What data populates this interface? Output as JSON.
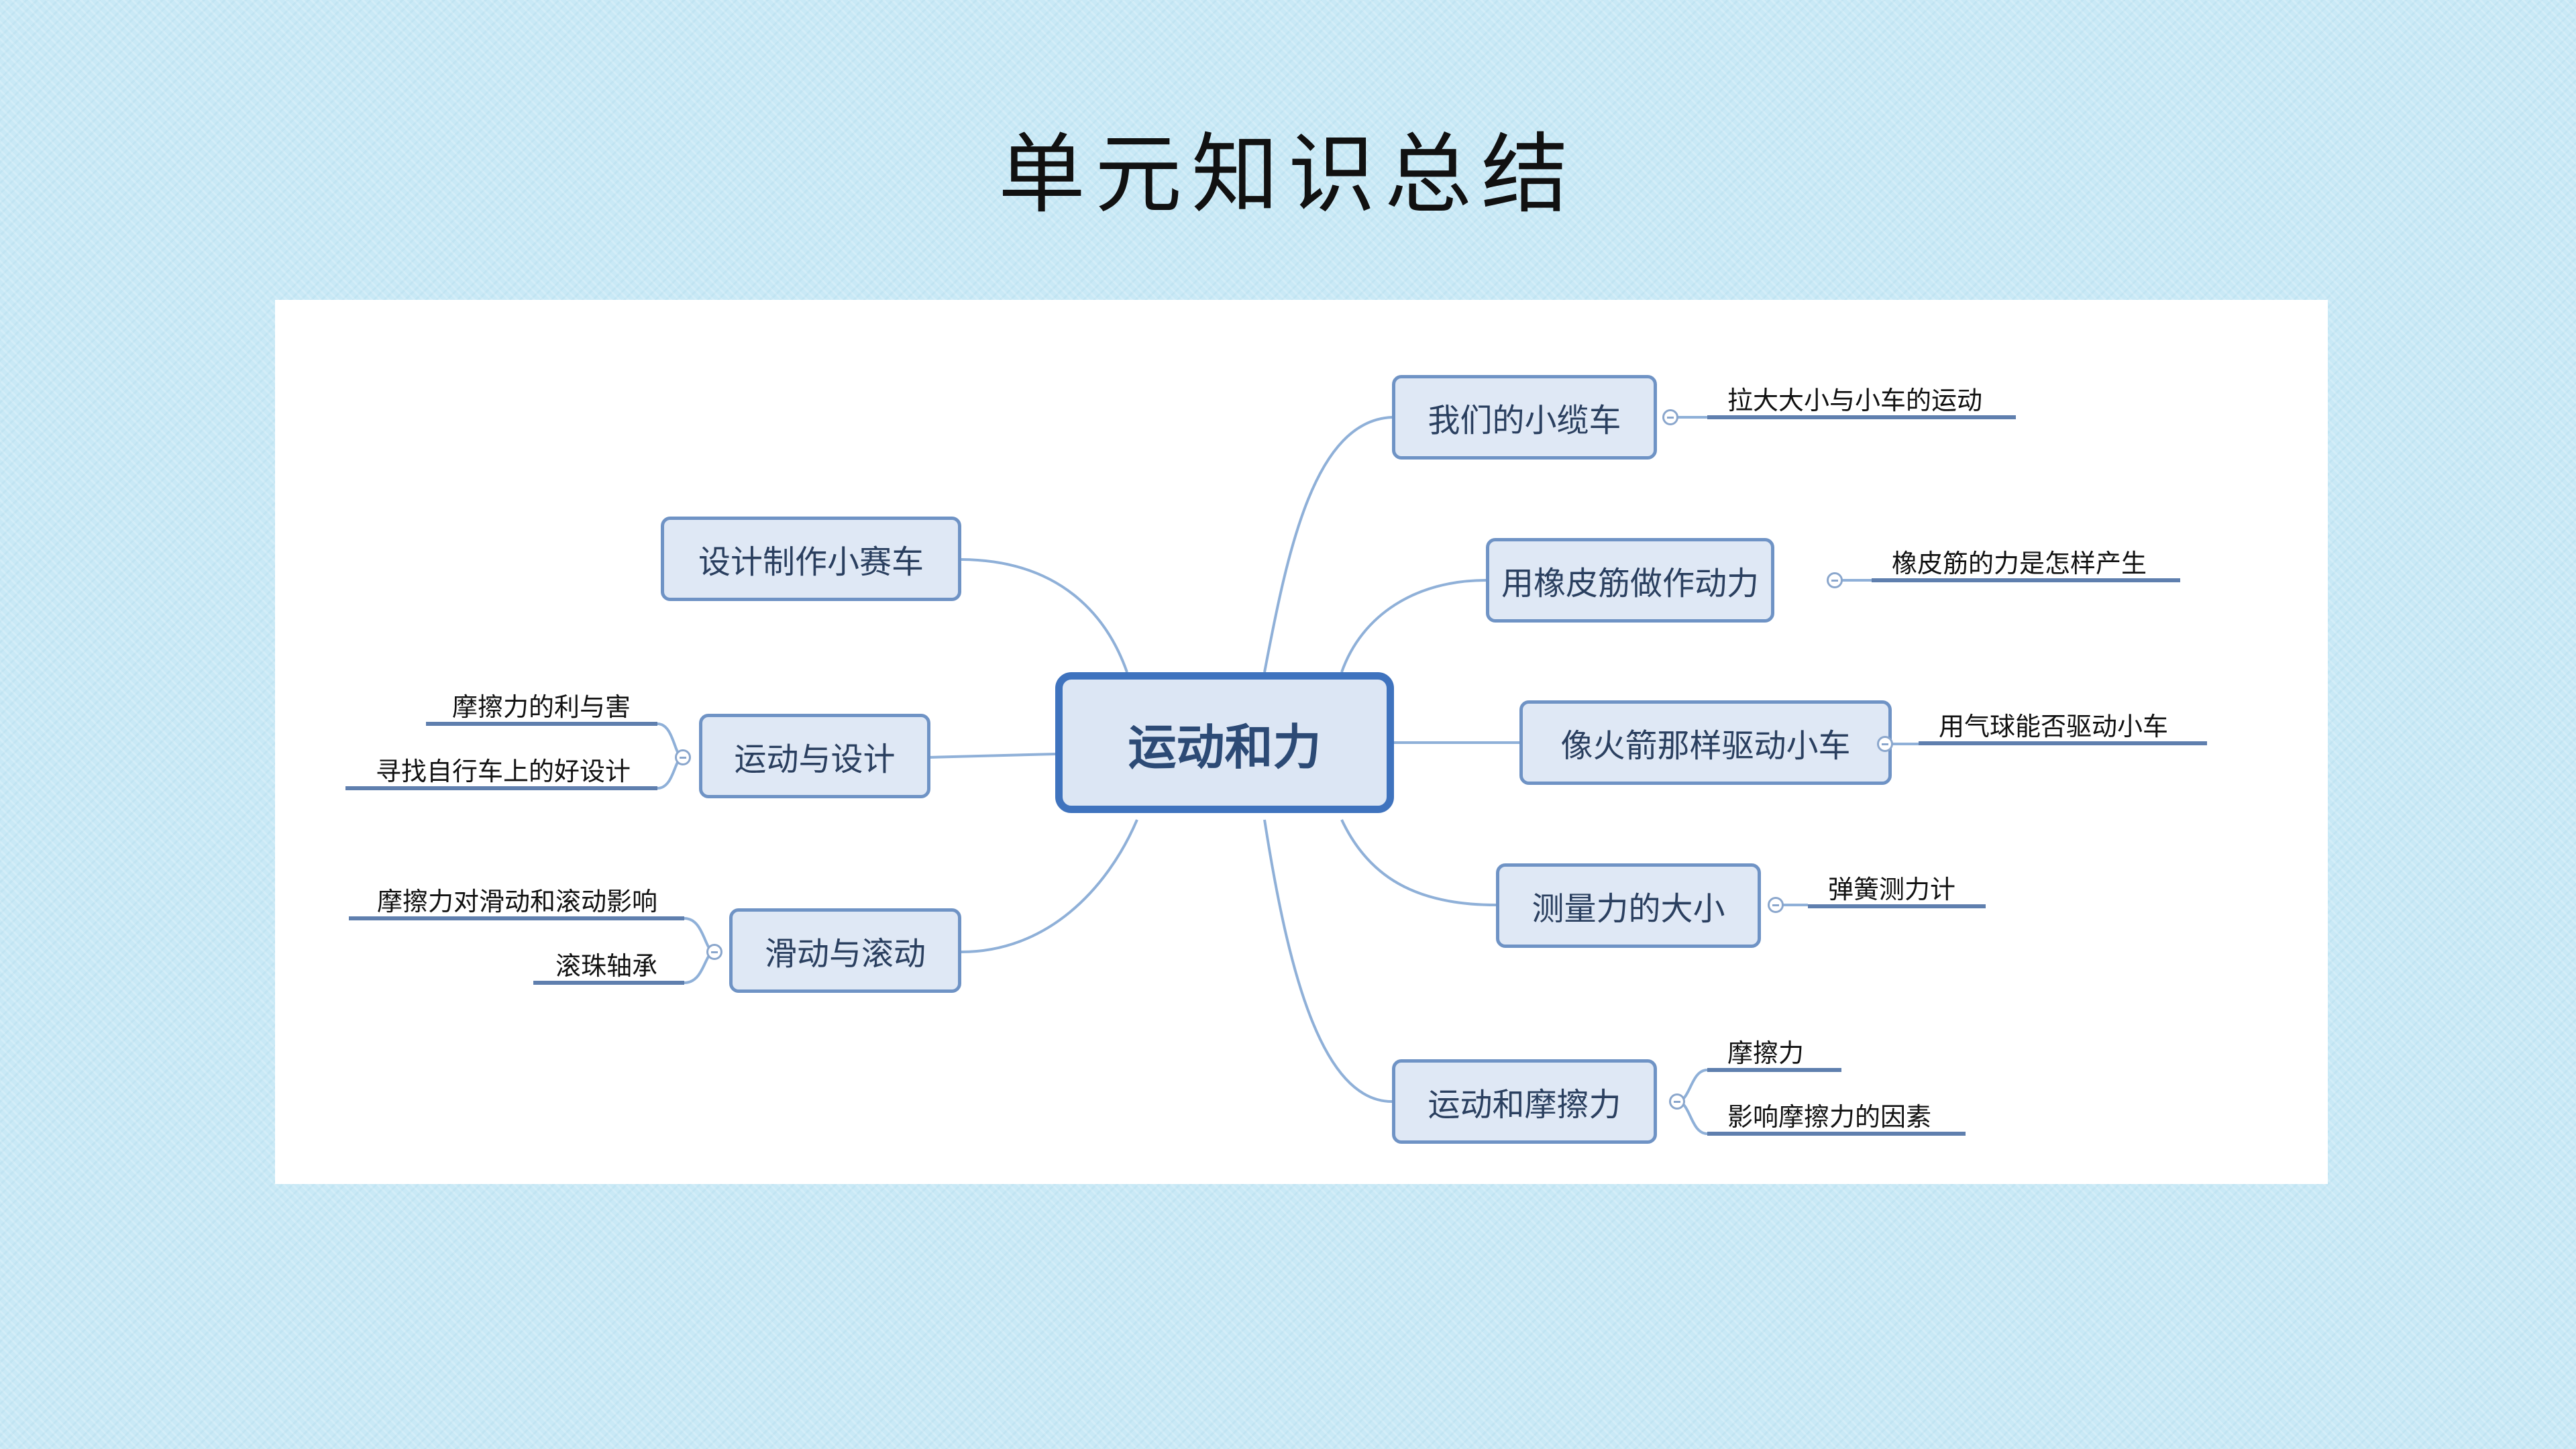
{
  "title": "单元知识总结",
  "colors": {
    "background": "#c9e9f6",
    "node_fill": "#dfe8f5",
    "node_border": "#6f93c5",
    "center_border": "#3f73be",
    "line": "#8fb0d8"
  },
  "mindmap": {
    "center": "运动和力",
    "right": [
      {
        "label": "我们的小缆车",
        "children": [
          "拉大大小与小车的运动"
        ]
      },
      {
        "label": "用橡皮筋做作动力",
        "children": [
          "橡皮筋的力是怎样产生"
        ]
      },
      {
        "label": "像火箭那样驱动小车",
        "children": [
          "用气球能否驱动小车"
        ]
      },
      {
        "label": "测量力的大小",
        "children": [
          "弹簧测力计"
        ]
      },
      {
        "label": "运动和摩擦力",
        "children": [
          "摩擦力",
          "影响摩擦力的因素"
        ]
      }
    ],
    "left": [
      {
        "label": "设计制作小赛车",
        "children": []
      },
      {
        "label": "运动与设计",
        "children": [
          "摩擦力的利与害",
          "寻找自行车上的好设计"
        ]
      },
      {
        "label": "滑动与滚动",
        "children": [
          "摩擦力对滑动和滚动影响",
          "滚珠轴承"
        ]
      }
    ]
  }
}
